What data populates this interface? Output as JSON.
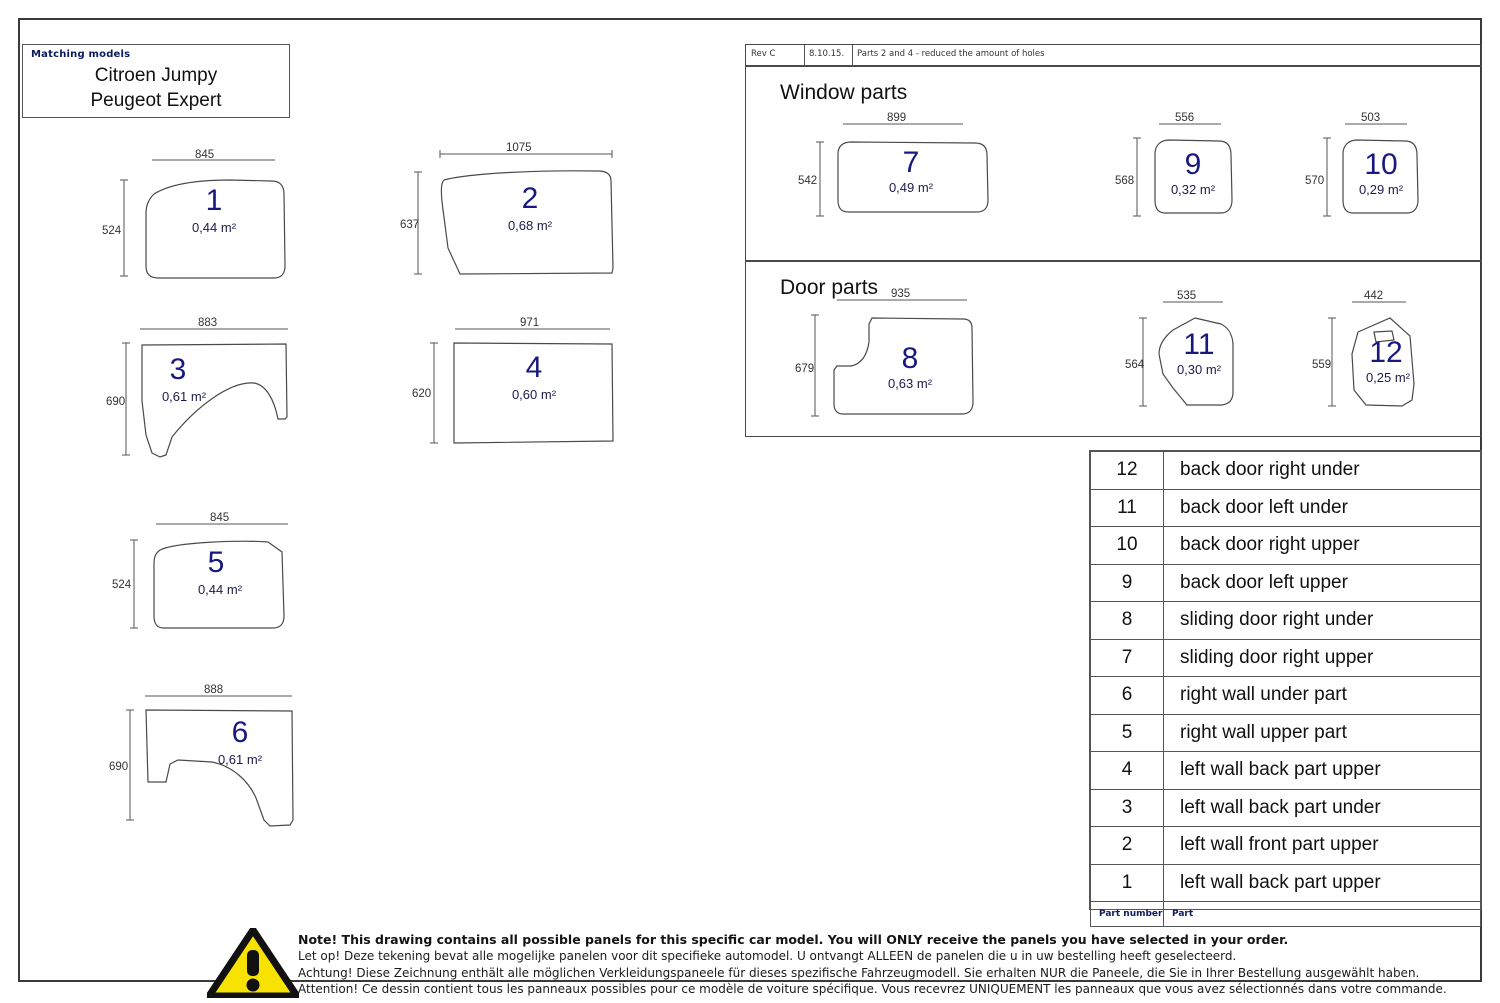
{
  "matching_models": {
    "label": "Matching models",
    "model_1": "Citroen Jumpy",
    "model_2": "Peugeot Expert"
  },
  "revision": {
    "rev": "Rev C",
    "date": "8.10.15.",
    "description": "Parts 2 and 4 - reduced the amount of holes"
  },
  "sections": {
    "window_parts_title": "Window parts",
    "door_parts_title": "Door parts"
  },
  "parts": [
    {
      "number": "1",
      "width": "845",
      "height": "524",
      "area": "0,44 m²"
    },
    {
      "number": "2",
      "width": "1075",
      "height": "637",
      "area": "0,68 m²"
    },
    {
      "number": "3",
      "width": "883",
      "height": "690",
      "area": "0,61 m²"
    },
    {
      "number": "4",
      "width": "971",
      "height": "620",
      "area": "0,60 m²"
    },
    {
      "number": "5",
      "width": "845",
      "height": "524",
      "area": "0,44 m²"
    },
    {
      "number": "6",
      "width": "888",
      "height": "690",
      "area": "0,61 m²"
    },
    {
      "number": "7",
      "width": "899",
      "height": "542",
      "area": "0,49 m²"
    },
    {
      "number": "8",
      "width": "935",
      "height": "679",
      "area": "0,63 m²"
    },
    {
      "number": "9",
      "width": "556",
      "height": "568",
      "area": "0,32 m²"
    },
    {
      "number": "10",
      "width": "503",
      "height": "570",
      "area": "0,29 m²"
    },
    {
      "number": "11",
      "width": "535",
      "height": "564",
      "area": "0,30 m²"
    },
    {
      "number": "12",
      "width": "442",
      "height": "559",
      "area": "0,25 m²"
    }
  ],
  "parts_table": {
    "rows": [
      {
        "number": "12",
        "label": "back door right under"
      },
      {
        "number": "11",
        "label": "back door left under"
      },
      {
        "number": "10",
        "label": "back door right upper"
      },
      {
        "number": "9",
        "label": "back door left upper"
      },
      {
        "number": "8",
        "label": "sliding door right under"
      },
      {
        "number": "7",
        "label": "sliding door right upper"
      },
      {
        "number": "6",
        "label": "right wall under part"
      },
      {
        "number": "5",
        "label": "right wall upper part"
      },
      {
        "number": "4",
        "label": "left wall back part upper"
      },
      {
        "number": "3",
        "label": "left wall back part under"
      },
      {
        "number": "2",
        "label": "left wall front part upper"
      },
      {
        "number": "1",
        "label": "left wall back part upper"
      }
    ],
    "footer_number": "Part number",
    "footer_label": "Part"
  },
  "notes": {
    "en": "Note! This drawing contains all possible panels for this specific car model. You will ONLY receive the panels you have selected in your order.",
    "nl": "Let op! Deze tekening bevat alle mogelijke panelen voor dit specifieke automodel. U ontvangt ALLEEN de panelen die u in uw bestelling heeft geselecteerd.",
    "de": "Achtung! Diese Zeichnung enthält alle möglichen Verkleidungspaneele für dieses spezifische Fahrzeugmodell. Sie erhalten NUR die Paneele, die Sie in Ihrer Bestellung ausgewählt haben.",
    "fr": "Attention! Ce dessin contient tous les panneaux possibles pour ce modèle de voiture spécifique. Vous recevrez UNIQUEMENT les panneaux que vous avez sélectionnés dans votre commande."
  },
  "colors": {
    "part_number_blue": "#18187f",
    "warning_yellow": "#f7e200",
    "frame_gray": "#4a4a4a"
  }
}
